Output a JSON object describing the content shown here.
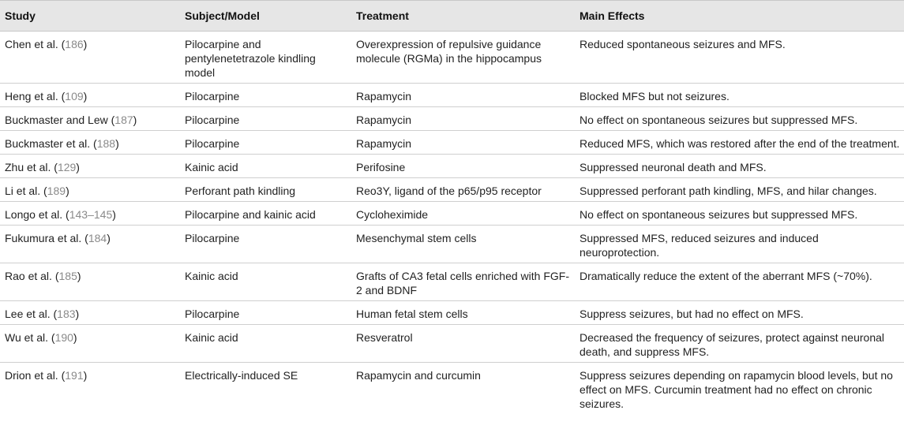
{
  "headers": [
    "Study",
    "Subject/Model",
    "Treatment",
    "Main Effects"
  ],
  "rows": [
    {
      "study": "Chen et al.",
      "ref": "186",
      "model": "Pilocarpine and pentylenetetrazole kindling model",
      "treatment": "Overexpression of repulsive guidance molecule (RGMa) in the hippocampus",
      "effects": "Reduced spontaneous seizures and MFS."
    },
    {
      "study": "Heng et al.",
      "ref": "109",
      "model": "Pilocarpine",
      "treatment": "Rapamycin",
      "effects": "Blocked MFS but not seizures."
    },
    {
      "study": "Buckmaster and Lew",
      "ref": "187",
      "model": "Pilocarpine",
      "treatment": "Rapamycin",
      "effects": "No effect on spontaneous seizures but suppressed MFS."
    },
    {
      "study": "Buckmaster et al.",
      "ref": "188",
      "model": "Pilocarpine",
      "treatment": "Rapamycin",
      "effects": "Reduced MFS, which was restored after the end of the treatment."
    },
    {
      "study": "Zhu et al.",
      "ref": "129",
      "model": "Kainic acid",
      "treatment": "Perifosine",
      "effects": "Suppressed neuronal death and MFS."
    },
    {
      "study": "Li et al.",
      "ref": "189",
      "model": "Perforant path kindling",
      "treatment": "Reo3Y, ligand of the p65/p95 receptor",
      "effects": "Suppressed perforant path kindling, MFS, and hilar changes."
    },
    {
      "study": "Longo et al.",
      "ref": "143–145",
      "model": "Pilocarpine and kainic acid",
      "treatment": "Cycloheximide",
      "effects": "No effect on spontaneous seizures but suppressed MFS."
    },
    {
      "study": "Fukumura et al.",
      "ref": "184",
      "model": "Pilocarpine",
      "treatment": "Mesenchymal stem cells",
      "effects": "Suppressed MFS, reduced seizures and induced neuroprotection."
    },
    {
      "study": "Rao et al.",
      "ref": "185",
      "model": "Kainic acid",
      "treatment": "Grafts of CA3 fetal cells enriched with FGF-2 and BDNF",
      "effects": "Dramatically reduce the extent of the aberrant MFS (~70%)."
    },
    {
      "study": "Lee et al.",
      "ref": "183",
      "model": "Pilocarpine",
      "treatment": "Human fetal stem cells",
      "effects": "Suppress seizures, but had no effect on MFS."
    },
    {
      "study": "Wu et al.",
      "ref": "190",
      "model": "Kainic acid",
      "treatment": "Resveratrol",
      "effects": "Decreased the frequency of seizures, protect against neuronal death, and suppress MFS."
    },
    {
      "study": "Drion et al.",
      "ref": "191",
      "model": "Electrically-induced SE",
      "treatment": "Rapamycin and curcumin",
      "effects": "Suppress seizures depending on rapamycin blood levels, but no effect on MFS. Curcumin treatment had no effect on chronic seizures."
    }
  ]
}
